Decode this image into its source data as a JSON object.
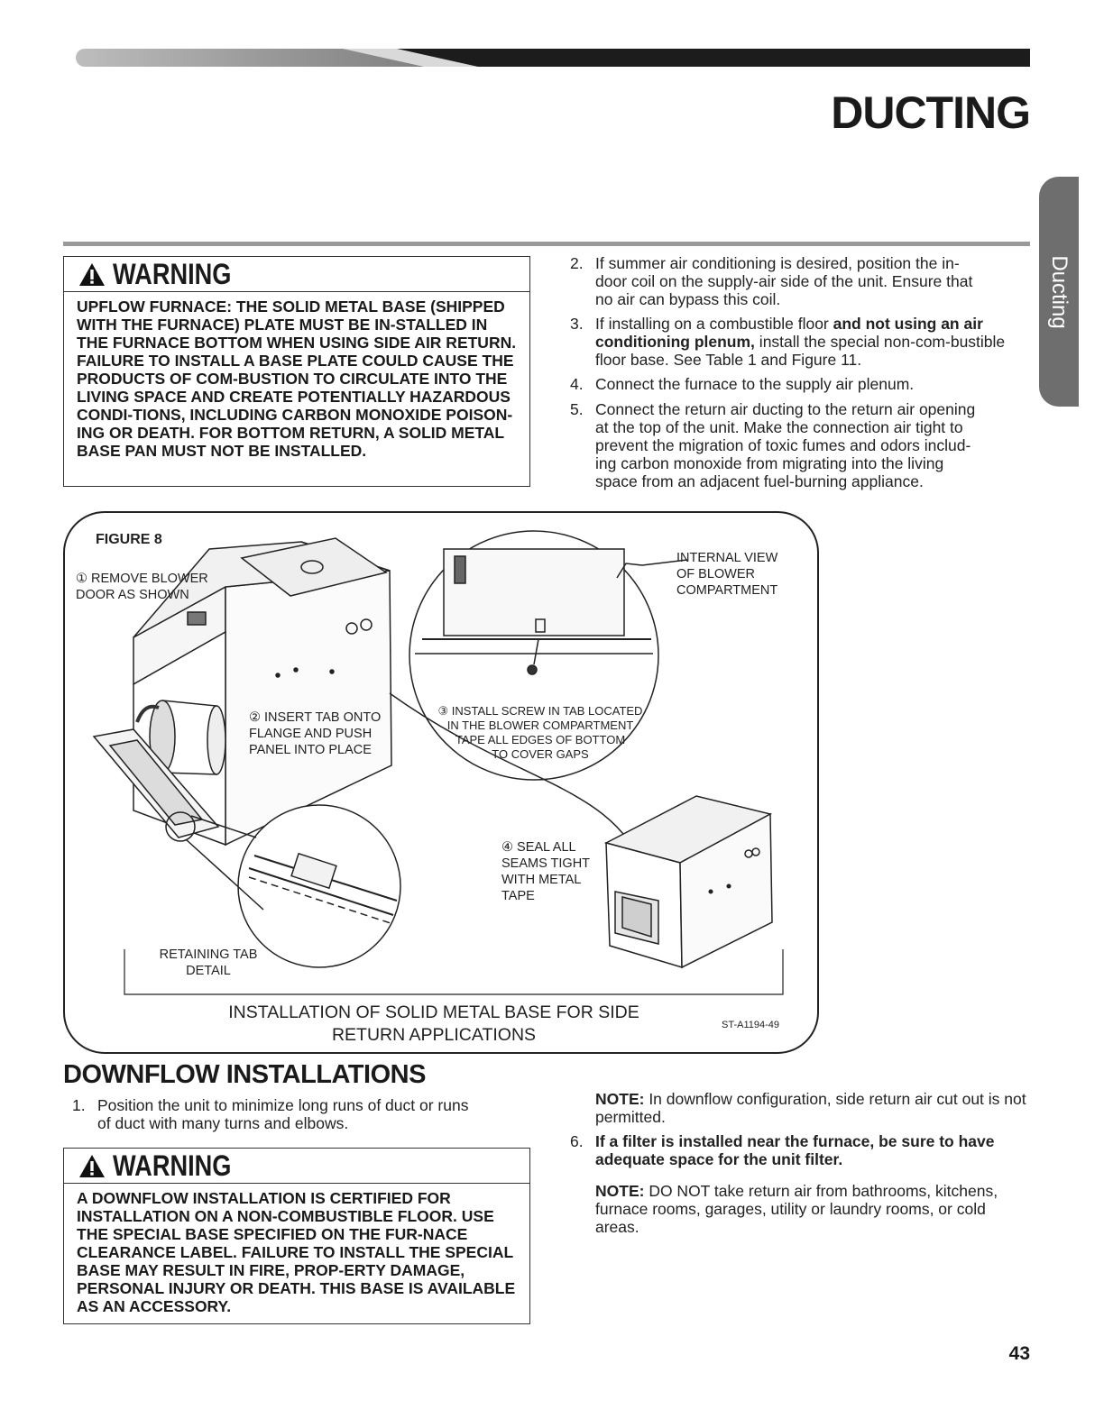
{
  "page": {
    "title": "DUCTING",
    "side_tab": "Ducting",
    "page_number": "43"
  },
  "warning1": {
    "title": "WARNING",
    "body": "UPFLOW FURNACE: THE SOLID METAL BASE (SHIPPED WITH THE FURNACE) PLATE MUST BE IN-STALLED IN THE FURNACE BOTTOM WHEN USING SIDE AIR RETURN. FAILURE TO INSTALL A BASE PLATE COULD CAUSE THE PRODUCTS OF COM-BUSTION TO CIRCULATE INTO THE LIVING SPACE AND CREATE POTENTIALLY HAZARDOUS CONDI-TIONS, INCLUDING CARBON MONOXIDE POISON-ING OR DEATH. FOR BOTTOM RETURN, A SOLID METAL BASE PAN MUST NOT BE INSTALLED."
  },
  "steps_top": [
    {
      "num": "2.",
      "lines": [
        "If summer air conditioning is desired, position the in-",
        "door coil on the supply-air side of the unit. Ensure that",
        "no air can bypass this coil."
      ]
    },
    {
      "num": "3.",
      "bold": "and not using an air conditioning plenum,",
      "pre": "If installing on a combustible floor ",
      "post": " install the special non-com-bustible floor base. See Table 1 and Figure 11."
    },
    {
      "num": "4.",
      "lines": [
        "Connect the furnace to the supply air plenum."
      ]
    },
    {
      "num": "5.",
      "lines": [
        "Connect the return air ducting to the return air opening",
        "at the top of the unit. Make the connection air tight to",
        "prevent the migration of toxic fumes and odors includ-",
        "ing carbon monoxide from migrating into the living",
        "space from an adjacent fuel-burning appliance."
      ]
    }
  ],
  "figure": {
    "label": "FIGURE 8",
    "step1": [
      "① REMOVE BLOWER",
      "DOOR AS SHOWN"
    ],
    "step2": [
      "② INSERT TAB ONTO",
      "FLANGE AND PUSH",
      "PANEL INTO PLACE"
    ],
    "step3": [
      "③ INSTALL SCREW IN TAB LOCATED",
      "IN THE BLOWER COMPARTMENT",
      "TAPE ALL EDGES OF BOTTOM",
      "TO COVER GAPS"
    ],
    "step4": [
      "④ SEAL ALL",
      "SEAMS TIGHT",
      "WITH METAL",
      "TAPE"
    ],
    "internal_view": [
      "INTERNAL VIEW",
      "OF BLOWER",
      "COMPARTMENT"
    ],
    "retaining": [
      "RETAINING TAB",
      "DETAIL"
    ],
    "caption": [
      "INSTALLATION OF SOLID METAL BASE FOR SIDE",
      "RETURN APPLICATIONS"
    ],
    "code": "ST-A1194-49"
  },
  "downflow": {
    "heading": "DOWNFLOW INSTALLATIONS",
    "step1_num": "1.",
    "step1": [
      "Position the unit to minimize long runs of duct or runs",
      "of duct with many turns and elbows."
    ]
  },
  "warning2": {
    "title": "WARNING",
    "body": "A DOWNFLOW INSTALLATION IS CERTIFIED FOR INSTALLATION ON A NON-COMBUSTIBLE FLOOR. USE THE SPECIAL BASE SPECIFIED ON THE FUR-NACE CLEARANCE LABEL. FAILURE TO INSTALL THE SPECIAL BASE MAY RESULT IN FIRE, PROP-ERTY DAMAGE, PERSONAL INJURY OR DEATH. THIS BASE IS AVAILABLE AS AN ACCESSORY."
  },
  "notes": {
    "note1_label": "NOTE:",
    "note1_text": " In downflow configuration, side return air cut out is not permitted.",
    "step6_num": "6.",
    "step6": "If a filter is installed near the furnace, be sure to have adequate space for the unit filter.",
    "note2_label": "NOTE:",
    "note2_text": " DO NOT take return air from bathrooms, kitchens, furnace rooms, garages, utility or laundry rooms, or cold areas."
  }
}
